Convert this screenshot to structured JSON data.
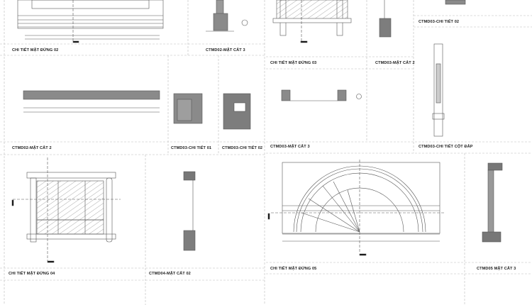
{
  "sheet": {
    "line_color": "#555555",
    "fill_color": "#8a8a8a",
    "glass_hatch_color": "#9a9a9a",
    "views": [
      {
        "id": "ctmd02-elev",
        "label": "CHI TIẾT MẶT ĐỨNG 02"
      },
      {
        "id": "ctmd02-sec3",
        "label": "CTMD02-MẶT CẮT 3"
      },
      {
        "id": "ctmd03-elev",
        "label": "CHI TIẾT MẶT ĐỨNG 03"
      },
      {
        "id": "ctmd03-sec2",
        "label": "CTMD03-MẶT CẮT 2"
      },
      {
        "id": "ctmd03-det02-top",
        "label": "CTMD03-CHI TIẾT 02"
      },
      {
        "id": "ctmd02-sec2",
        "label": "CTMD02-MẶT CẮT 2"
      },
      {
        "id": "ctmd03-det01",
        "label": "CTMD03-CHI TIẾT 01"
      },
      {
        "id": "ctmd03-det02",
        "label": "CTMD03-CHI TIẾT 02"
      },
      {
        "id": "ctmd03-sec3",
        "label": "CTMD03-MẶT CẮT 3"
      },
      {
        "id": "ctmd03-column",
        "label": "CTMD03-CHI TIẾT CỘT ĐẮP"
      },
      {
        "id": "ctmd04-elev",
        "label": "CHI TIẾT MẶT ĐỨNG 04"
      },
      {
        "id": "ctmd04-sec02",
        "label": "CTMD04-MẶT CẮT 02"
      },
      {
        "id": "ctmd05-elev",
        "label": "CHI TIẾT MẶT ĐỨNG 05"
      },
      {
        "id": "ctmd05-sec3",
        "label": "CTMD05 MẶT CẮT 3"
      }
    ]
  }
}
